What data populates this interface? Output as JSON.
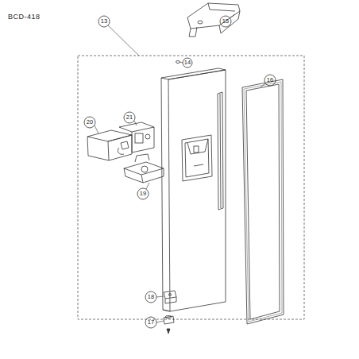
{
  "diagram": {
    "labels": [
      "BCD-418",
      "13",
      "15",
      "14",
      "16",
      "21",
      "20",
      "19",
      "18",
      "17"
    ]
  }
}
